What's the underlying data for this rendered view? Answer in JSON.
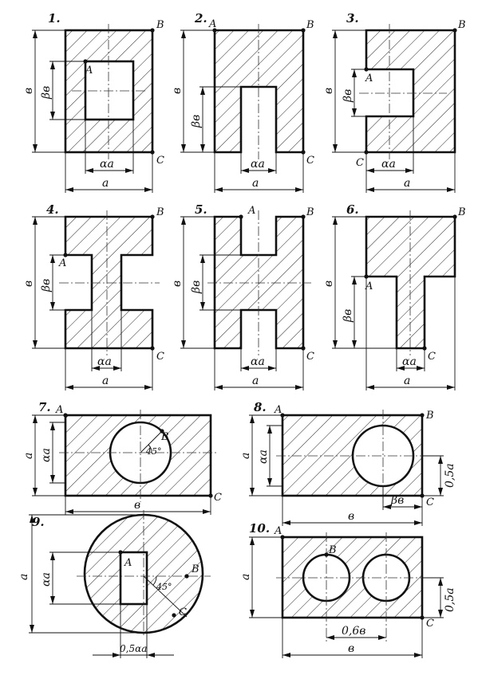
{
  "figures": [
    {
      "number": "1.",
      "points": [
        "A",
        "B",
        "C"
      ],
      "dims": [
        "в",
        "βв",
        "αa",
        "a"
      ]
    },
    {
      "number": "2.",
      "points": [
        "A",
        "B",
        "C"
      ],
      "dims": [
        "в",
        "βв",
        "αa",
        "a"
      ]
    },
    {
      "number": "3.",
      "points": [
        "A",
        "B",
        "C"
      ],
      "dims": [
        "в",
        "βв",
        "αa",
        "a"
      ]
    },
    {
      "number": "4.",
      "points": [
        "A",
        "B",
        "C"
      ],
      "dims": [
        "в",
        "βв",
        "αa",
        "a"
      ]
    },
    {
      "number": "5.",
      "points": [
        "A",
        "B",
        "C"
      ],
      "dims": [
        "в",
        "βв",
        "αa",
        "a"
      ]
    },
    {
      "number": "6.",
      "points": [
        "A",
        "B",
        "C"
      ],
      "dims": [
        "в",
        "βв",
        "αa",
        "a"
      ]
    },
    {
      "number": "7.",
      "points": [
        "A",
        "B",
        "C"
      ],
      "dims": [
        "a",
        "αa",
        "в"
      ],
      "angle": "45°"
    },
    {
      "number": "8.",
      "points": [
        "A",
        "B",
        "C"
      ],
      "dims": [
        "a",
        "αa",
        "в",
        "βв",
        "0,5a"
      ]
    },
    {
      "number": "9.",
      "points": [
        "A",
        "B",
        "C"
      ],
      "dims": [
        "a",
        "αa",
        "0,5αa"
      ],
      "angle": "45°"
    },
    {
      "number": "10.",
      "points": [
        "A",
        "B",
        "C"
      ],
      "dims": [
        "a",
        "0,5a",
        "0,6в",
        "в"
      ]
    }
  ]
}
